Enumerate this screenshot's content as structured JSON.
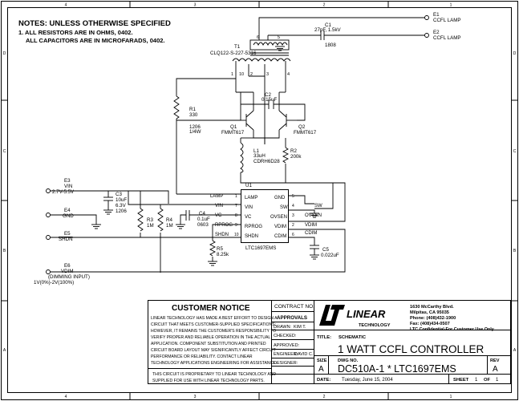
{
  "notes": {
    "heading": "NOTES: UNLESS OTHERWISE SPECIFIED",
    "line1": "1.  ALL RESISTORS ARE IN OHMS, 0402.",
    "line2": "ALL CAPACITORS ARE IN MICROFARADS, 0402."
  },
  "border": {
    "rows": [
      "D",
      "C",
      "B",
      "A"
    ],
    "cols": [
      "4",
      "3",
      "2",
      "1"
    ]
  },
  "lamp": {
    "e1_ref": "E1",
    "e1_label": "CCFL LAMP",
    "e2_ref": "E2",
    "e2_label": "CCFL LAMP"
  },
  "components": {
    "c1": {
      "ref": "C1",
      "value": "27pF, 1.5kV",
      "pkg": "1808"
    },
    "t1": {
      "ref": "T1",
      "part": "CLQ122-S-227-5316",
      "pins": [
        "6",
        "5",
        "1",
        "10",
        "2",
        "3",
        "4"
      ]
    },
    "c2": {
      "ref": "C2",
      "value": "0.15uF"
    },
    "r1": {
      "ref": "R1",
      "value": "330",
      "pkg": "1206",
      "power": "1/4W"
    },
    "q1": {
      "ref": "Q1",
      "part": "FMMT617"
    },
    "q2": {
      "ref": "Q2",
      "part": "FMMT617"
    },
    "l1": {
      "ref": "L1",
      "value": "33uH",
      "part": "CDRH6D28"
    },
    "r2": {
      "ref": "R2",
      "value": "200k"
    },
    "c3": {
      "ref": "C3",
      "value": "10uF",
      "voltage": "6.3V",
      "pkg": "1206"
    },
    "c4": {
      "ref": "C4",
      "value": "0.1uF",
      "pkg": "0603"
    },
    "r3": {
      "ref": "R3",
      "value": "1M"
    },
    "r4": {
      "ref": "R4",
      "value": "1M"
    },
    "r5": {
      "ref": "R5",
      "value": "8.25k"
    },
    "c5": {
      "ref": "C5",
      "value": "0.022uF"
    }
  },
  "terminals": {
    "e3_ref": "E3",
    "e3_label": "VIN",
    "e3_range": "2.7V-5.5V",
    "e4_ref": "E4",
    "e4_label": "GND",
    "e5_ref": "E5",
    "e5_label": "SHDN",
    "e6_ref": "E6",
    "e6_label": "VDIM",
    "e6_note": "(DIMMING INPUT)",
    "e6_range": "1V(0%)-2V(100%)"
  },
  "ic": {
    "ref": "U1",
    "part": "LTC1697EMS",
    "left_pins": [
      {
        "num": "1",
        "name": "LAMP",
        "net": "LAMP"
      },
      {
        "num": "7",
        "name": "VIN",
        "net": "VIN"
      },
      {
        "num": "8",
        "name": "VC",
        "net": "VC"
      },
      {
        "num": "9",
        "name": "RPROG",
        "net": "RPROG"
      },
      {
        "num": "10",
        "name": "SHDN",
        "net": "SHDN"
      }
    ],
    "right_pins": [
      {
        "num": "5",
        "name": "GND",
        "net": ""
      },
      {
        "num": "4",
        "name": "SW",
        "net": "SW"
      },
      {
        "num": "3",
        "name": "OVSEN",
        "net": "OVSEN"
      },
      {
        "num": "2",
        "name": "VDIM",
        "net": "VDIM"
      },
      {
        "num": "6",
        "name": "CDIM",
        "net": "CDIM"
      }
    ]
  },
  "title_block": {
    "notice_title": "CUSTOMER NOTICE",
    "notice_lines": [
      "LINEAR TECHNOLOGY HAS MADE A BEST EFFORT TO DESIGN A",
      "CIRCUIT THAT MEETS CUSTOMER-SUPPLIED SPECIFICATIONS;",
      "HOWEVER, IT REMAINS THE CUSTOMER'S RESPONSIBILITY TO",
      "VERIFY PROPER AND RELIABLE OPERATION IN THE ACTUAL",
      "APPLICATION.  COMPONENT SUBSTITUTION AND PRINTED",
      "CIRCUIT BOARD LAYOUT MAY SIGNIFICANTLY AFFECT CIRCUIT",
      "PERFORMANCE OR RELIABILITY.  CONTACT LINEAR",
      "TECHNOLOGY APPLICATIONS ENGINEERING FOR ASSISTANCE."
    ],
    "proprietary_lines": [
      "THIS CIRCUIT IS PROPRIETARY TO LINEAR TECHNOLOGY AND",
      "SUPPLIED FOR USE WITH LINEAR TECHNOLOGY PARTS."
    ],
    "contract_no": "CONTRACT NO.",
    "approvals": "APPROVALS",
    "drawn_label": "DRAWN:",
    "drawn_value": "KIM T.",
    "checked_label": "CHECKED:",
    "approved_label": "APPROVED:",
    "engineer_label": "ENGINEER:",
    "engineer_value": "DAVID C.",
    "designer_label": "DESIGNER:",
    "logo_text": "LINEAR",
    "logo_sub": "TECHNOLOGY",
    "address_lines": [
      "1630 McCarthy Blvd.",
      "Milpitas, CA  95035",
      "Phone: (408)432-1900",
      "Fax: (408)434-0507",
      "LTC Confidential-For Customer Use Only"
    ],
    "title_label": "TITLE:",
    "title_value": "SCHEMATIC",
    "main_title": "1 WATT CCFL CONTROLLER",
    "size_label": "SIZE",
    "size_value": "A",
    "dwg_label": "DWG NO.",
    "dwg_value": "DC510A-1 * LTC1697EMS",
    "rev_label": "REV",
    "rev_value": "A",
    "date_label": "DATE:",
    "date_value": "Tuesday, June 15, 2004",
    "sheet_label": "SHEET",
    "sheet_value": "1",
    "of_label": "OF",
    "of_value": "1"
  }
}
